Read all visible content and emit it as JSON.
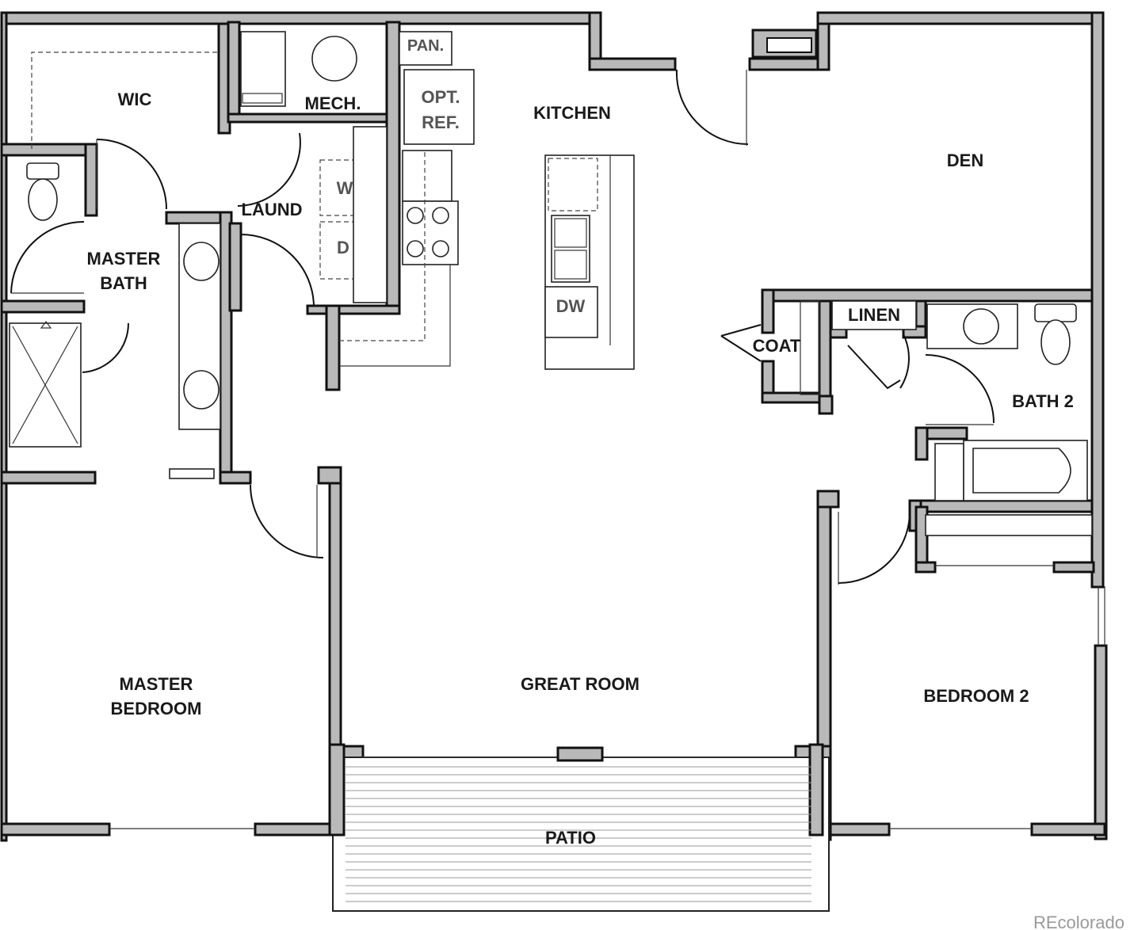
{
  "rooms": {
    "wic": "WIC",
    "mech": "MECH.",
    "pan": "PAN.",
    "opt_ref_1": "OPT.",
    "opt_ref_2": "REF.",
    "kitchen": "KITCHEN",
    "den": "DEN",
    "laund": "LAUND",
    "master_bath_1": "MASTER",
    "master_bath_2": "BATH",
    "washer": "W",
    "dryer": "D",
    "dishwasher": "DW",
    "linen": "LINEN",
    "coat": "COAT",
    "bath2": "BATH 2",
    "master_bedroom_1": "MASTER",
    "master_bedroom_2": "BEDROOM",
    "great_room": "GREAT ROOM",
    "bedroom2": "BEDROOM 2",
    "patio": "PATIO"
  },
  "watermark": "REcolorado",
  "colors": {
    "wall_fill": "#b9b9b9",
    "wall_stroke": "#111111",
    "text": "#1a1a1a"
  }
}
